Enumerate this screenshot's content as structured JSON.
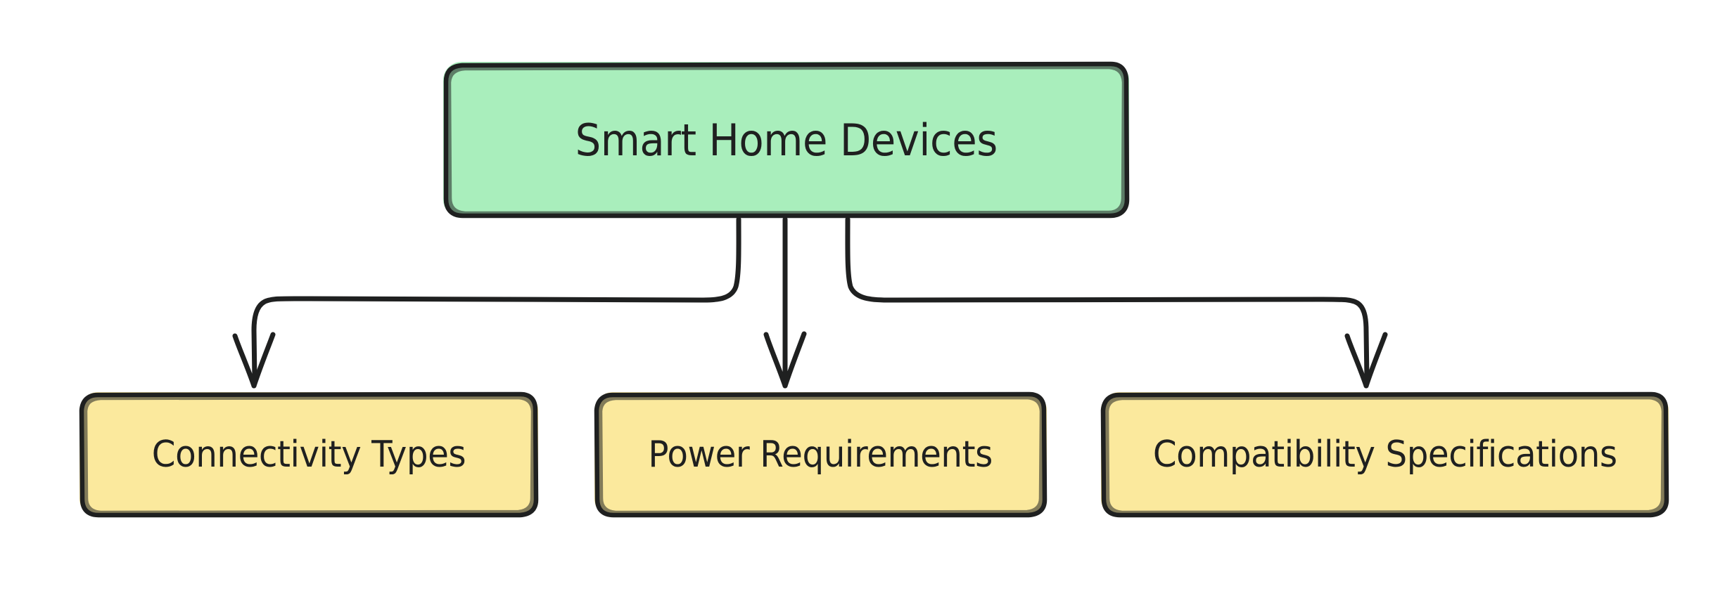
{
  "diagram": {
    "type": "flowchart",
    "direction": "top-down",
    "background_color": "#ffffff",
    "style": "hand-drawn",
    "root": {
      "id": "root",
      "label": "Smart Home Devices",
      "fill_color": "#a9eebc",
      "stroke_color": "#1f2020",
      "text_color": "#1f2020"
    },
    "children": [
      {
        "id": "connectivity",
        "label": "Connectivity Types",
        "fill_color": "#fbe99d",
        "stroke_color": "#1f2020",
        "text_color": "#1f2020"
      },
      {
        "id": "power",
        "label": "Power Requirements",
        "fill_color": "#fbe99d",
        "stroke_color": "#1f2020",
        "text_color": "#1f2020"
      },
      {
        "id": "compatibility",
        "label": "Compatibility Specifications",
        "fill_color": "#fbe99d",
        "stroke_color": "#1f2020",
        "text_color": "#1f2020"
      }
    ],
    "edges": [
      {
        "from": "root",
        "to": "connectivity",
        "arrow": "open-arrowhead"
      },
      {
        "from": "root",
        "to": "power",
        "arrow": "open-arrowhead"
      },
      {
        "from": "root",
        "to": "compatibility",
        "arrow": "open-arrowhead"
      }
    ]
  }
}
